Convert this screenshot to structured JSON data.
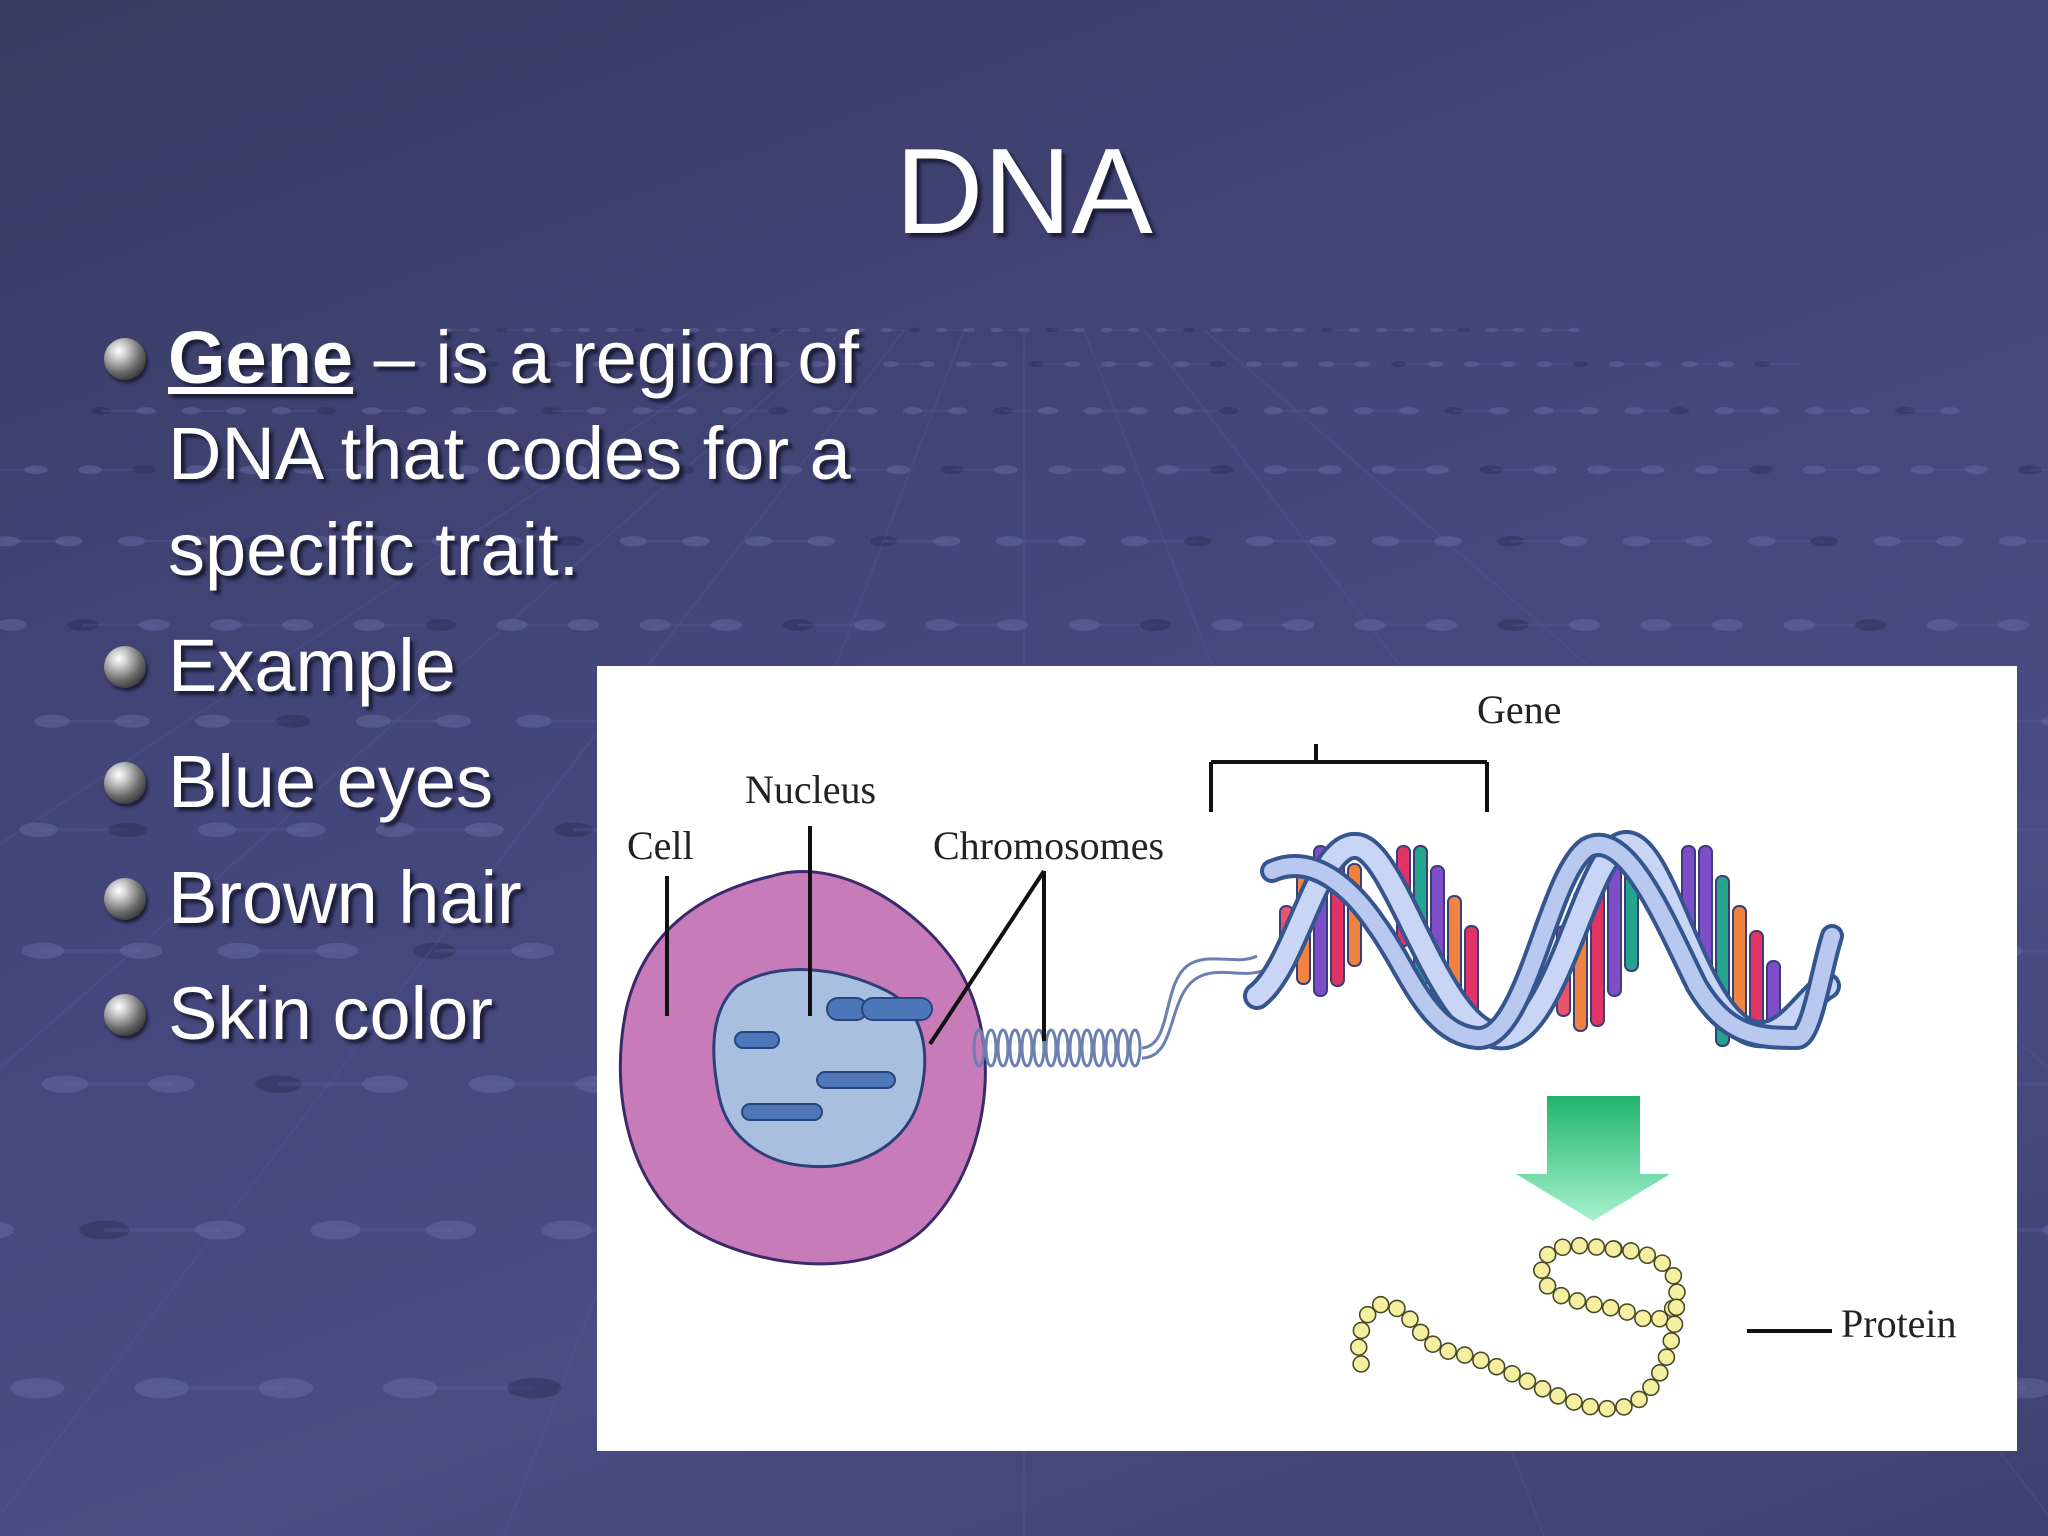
{
  "slide": {
    "title": "DNA",
    "bullets": {
      "gene_term": "Gene",
      "gene_rest": " – is a region of DNA that codes for a specific trait.",
      "example": "Example",
      "blue_eyes": "Blue eyes",
      "brown_hair": "Brown hair",
      "skin_color": "Skin color"
    }
  },
  "diagram": {
    "labels": {
      "cell": "Cell",
      "nucleus": "Nucleus",
      "chromosomes": "Chromosomes",
      "gene": "Gene",
      "protein": "Protein"
    },
    "colors": {
      "cell": "#c77bb8",
      "nucleus": "#a9bfe0",
      "chromosome": "#4d77b8",
      "helix_strand": "#b9c8ee",
      "helix_outline": "#35558f",
      "arrow": "#2bc47b",
      "protein_bead": "#f5f0a0"
    }
  }
}
